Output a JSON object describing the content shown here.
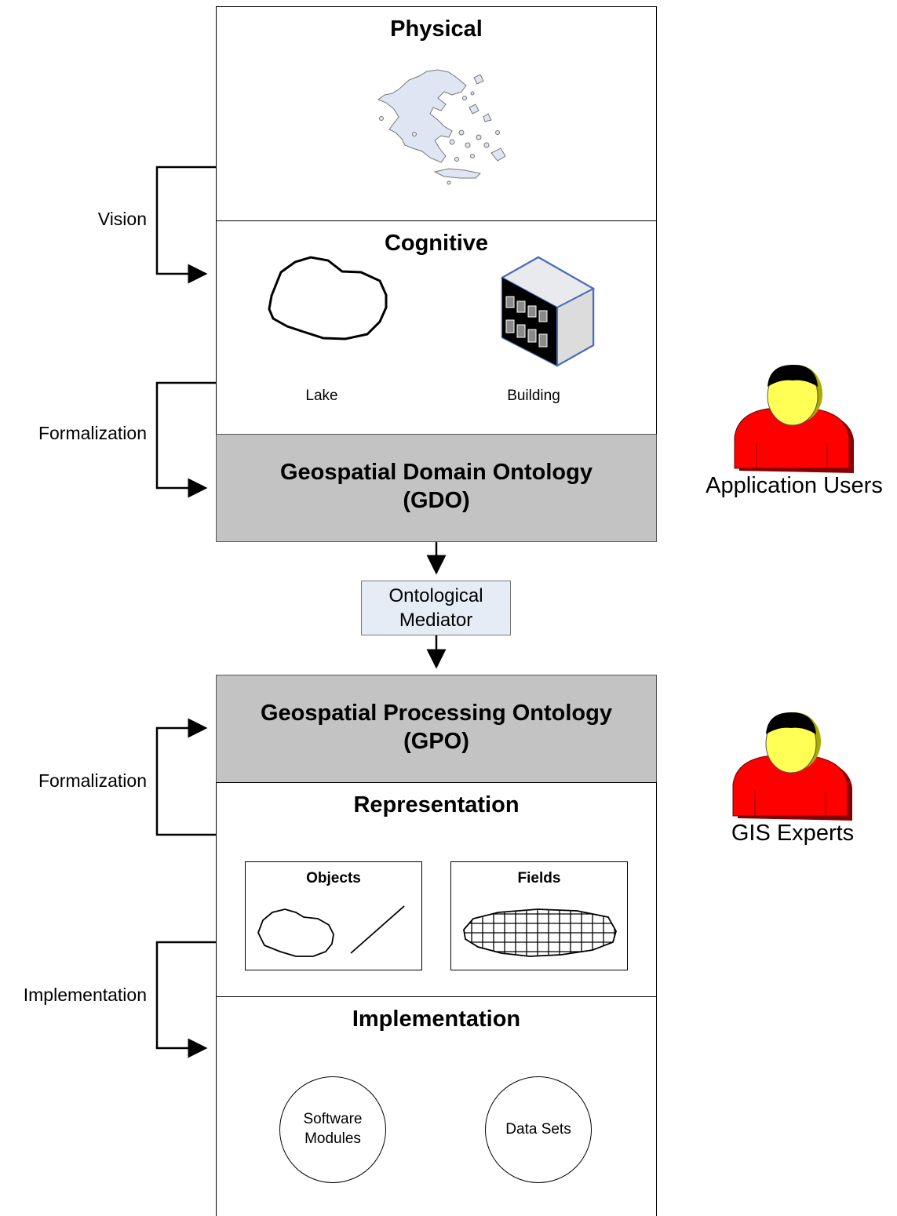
{
  "layers": {
    "physical": {
      "title": "Physical"
    },
    "cognitive": {
      "title": "Cognitive",
      "lake_label": "Lake",
      "building_label": "Building"
    },
    "gdo": {
      "title_line1": "Geospatial Domain Ontology",
      "title_line2": "(GDO)"
    },
    "mediator": {
      "line1": "Ontological",
      "line2": "Mediator"
    },
    "gpo": {
      "title_line1": "Geospatial Processing Ontology",
      "title_line2": "(GPO)"
    },
    "representation": {
      "title": "Representation",
      "objects_label": "Objects",
      "fields_label": "Fields"
    },
    "implementation": {
      "title": "Implementation",
      "software_line1": "Software",
      "software_line2": "Modules",
      "datasets_label": "Data Sets"
    }
  },
  "side_labels": {
    "vision": "Vision",
    "formalization_top": "Formalization",
    "formalization_bottom": "Formalization",
    "implementation": "Implementation"
  },
  "actors": {
    "application_users": "Application Users",
    "gis_experts": "GIS Experts"
  },
  "colors": {
    "ontology_fill": "#c3c3c3",
    "mediator_fill": "#e6ecf6",
    "map_fill": "#dfe5f2",
    "person_body": "#ff0000",
    "person_face": "#ffff55",
    "building_outline": "#4a6fb5"
  }
}
